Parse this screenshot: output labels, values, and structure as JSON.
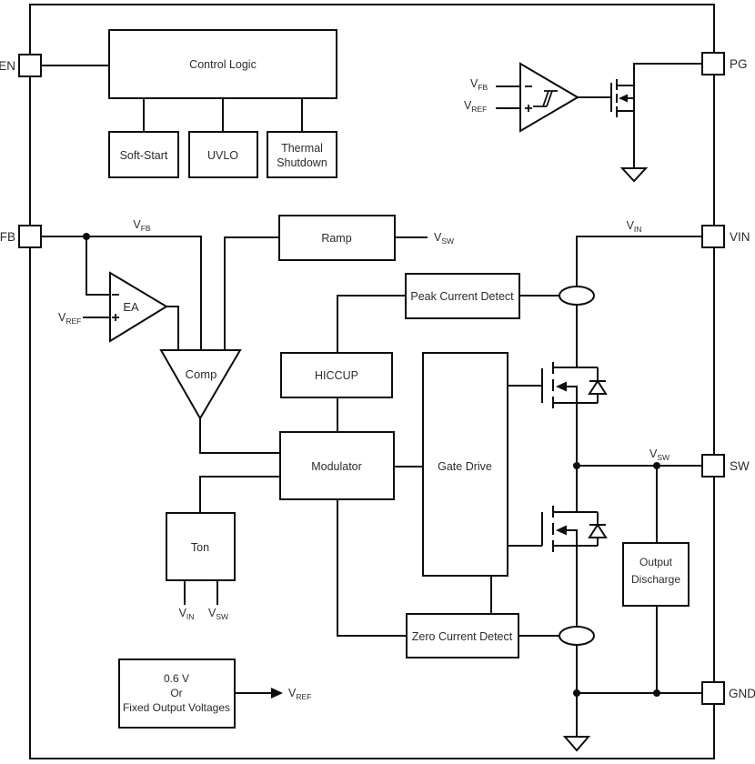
{
  "diagram": {
    "description": "Buck converter functional block diagram",
    "pins": {
      "en": "EN",
      "fb": "FB",
      "pg": "PG",
      "vin": "VIN",
      "sw": "SW",
      "gnd": "GND"
    },
    "blocks": {
      "control_logic": "Control Logic",
      "soft_start": "Soft-Start",
      "uvlo": "UVLO",
      "thermal_shutdown": {
        "line1": "Thermal",
        "line2": "Shutdown"
      },
      "ramp": "Ramp",
      "peak_current_detect": "Peak Current Detect",
      "hiccup": "HICCUP",
      "modulator": "Modulator",
      "gate_drive": "Gate Drive",
      "ton": "Ton",
      "zero_current_detect": "Zero Current Detect",
      "output_discharge": {
        "line1": "Output",
        "line2": "Discharge"
      },
      "reference": {
        "line1": "0.6 V",
        "line2": "Or",
        "line3": "Fixed Output Voltages"
      }
    },
    "amplifiers": {
      "error_amp": "EA",
      "comparator": "Comp"
    },
    "net_labels": {
      "v_prefix": "V",
      "fb": "FB",
      "ref": "REF",
      "in": "IN",
      "sw": "SW"
    },
    "op_symbols": {
      "plus": "+",
      "minus": "−"
    },
    "colors": {
      "line": "#0d0d0d",
      "text": "#2b2b2b",
      "background": "#ffffff"
    }
  }
}
